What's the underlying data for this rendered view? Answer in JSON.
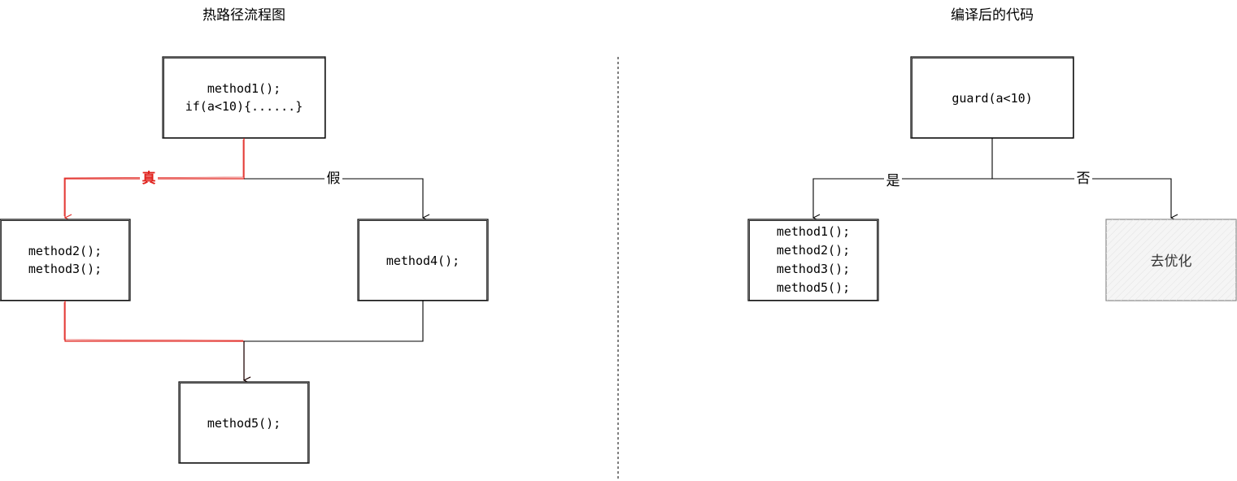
{
  "left_panel": {
    "title": "热路径流程图",
    "node_entry": [
      "method1();",
      "if(a<10){......}"
    ],
    "node_true": [
      "method2();",
      "method3();"
    ],
    "node_false": [
      "method4();"
    ],
    "node_merge": [
      "method5();"
    ],
    "label_true": "真",
    "label_false": "假"
  },
  "right_panel": {
    "title": "编译后的代码",
    "node_guard": [
      "guard(a<10)"
    ],
    "node_yes": [
      "method1();",
      "method2();",
      "method3();",
      "method5();"
    ],
    "node_no": [
      "去优化"
    ],
    "label_yes": "是",
    "label_no": "否"
  },
  "colors": {
    "hot_path": "#e0201b",
    "line": "#000000",
    "deopt_fill": "#f3f3f3",
    "deopt_stroke": "#8a8a8a"
  }
}
